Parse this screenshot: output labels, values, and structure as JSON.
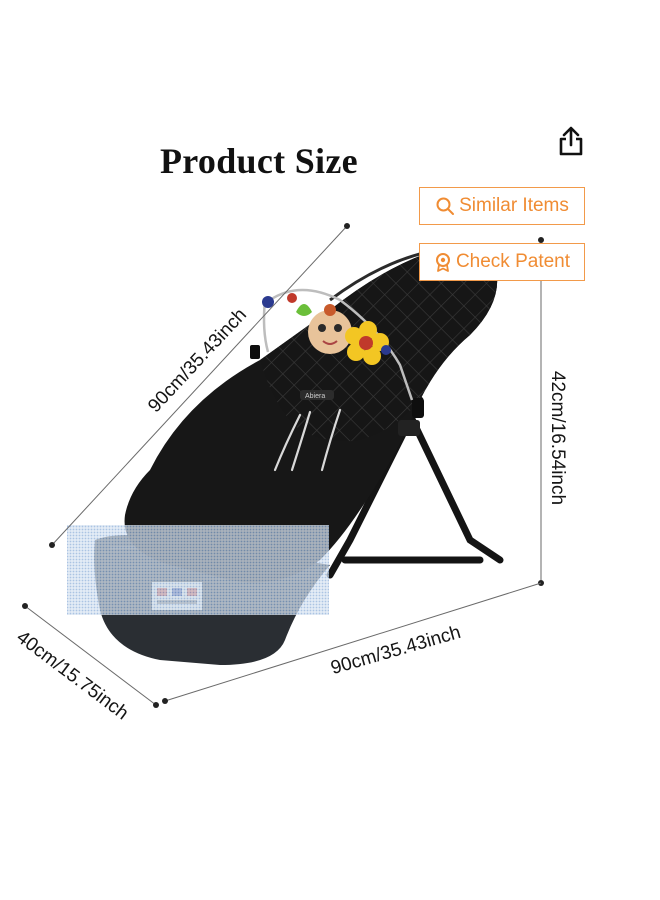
{
  "title": "Product Size",
  "actions": {
    "similar_label": "Similar Items",
    "patent_label": "Check Patent"
  },
  "dimensions": {
    "diagonal": "90cm/35.43inch",
    "height": "42cm/16.54inch",
    "length": "90cm/35.43inch",
    "width": "40cm/15.75inch"
  },
  "colors": {
    "accent": "#f08c33",
    "fabric": "#151515",
    "base": "#2a2e33"
  },
  "icons": {
    "share": "share-icon",
    "similar": "search-icon",
    "patent": "patent-icon"
  }
}
